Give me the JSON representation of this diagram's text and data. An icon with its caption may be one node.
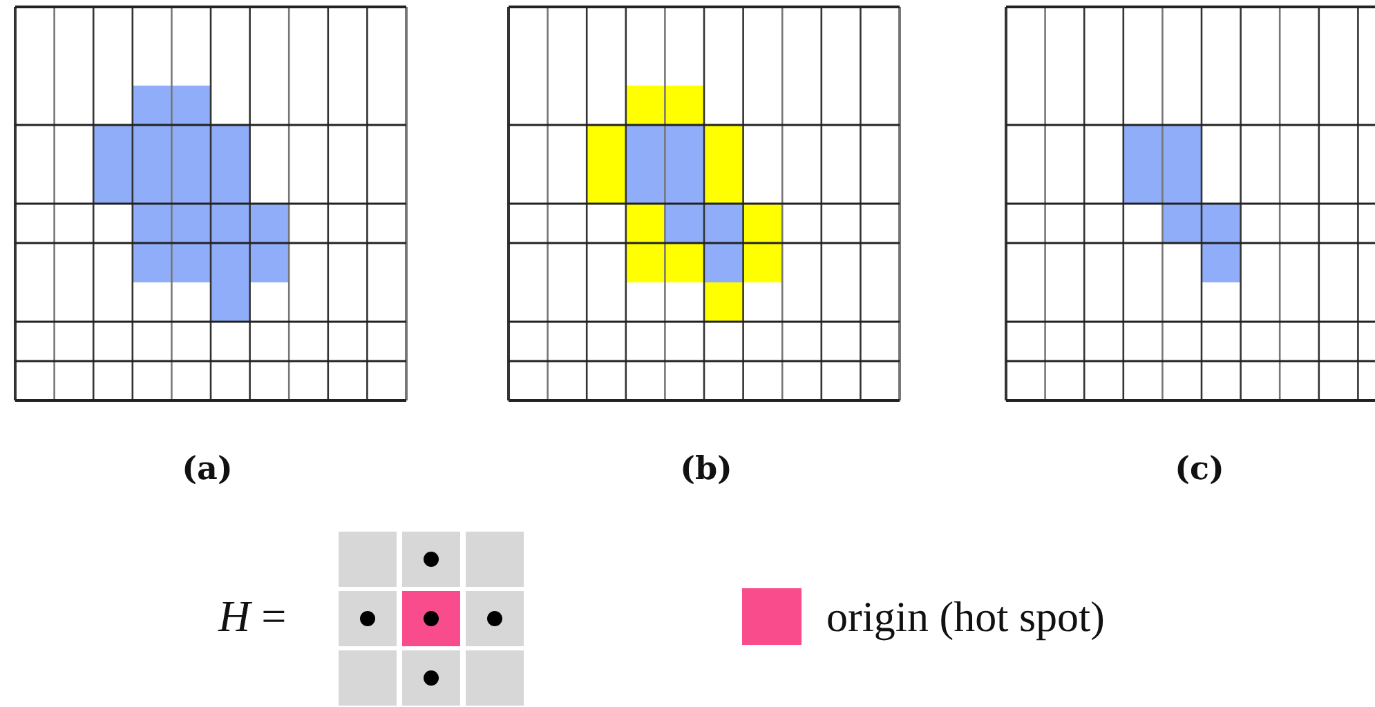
{
  "diagram": {
    "labels": [
      "(a)",
      "(b)",
      "(c)",
      "*H* ="
    ],
    "legend": [
      {
        "text": "origin (hot spot)",
        "color": "#f94c8c"
      }
    ]
  }
}
